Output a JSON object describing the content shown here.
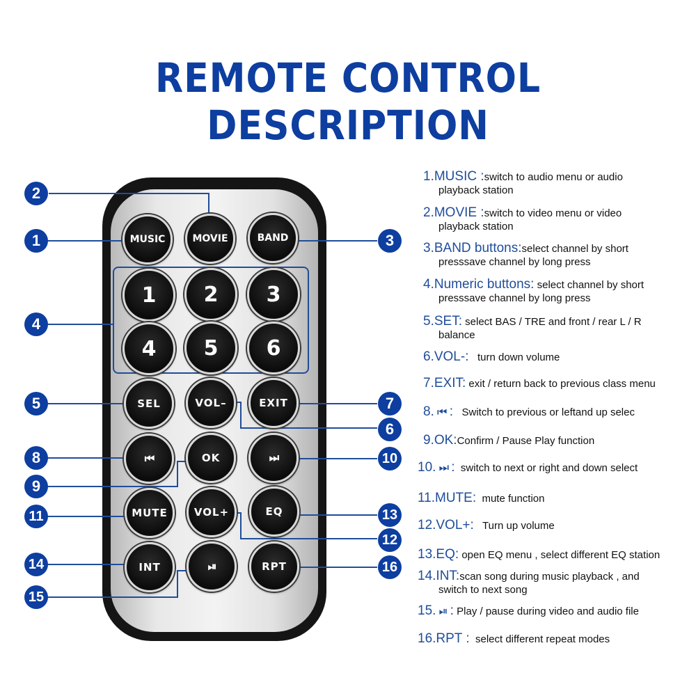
{
  "title": "REMOTE CONTROL DESCRIPTION",
  "colors": {
    "accent": "#0d3ea0",
    "button": "#111111",
    "remote_body": "#151515",
    "panel": "#ececec"
  },
  "buttons": {
    "music": "MUSIC",
    "movie": "MOVIE",
    "band": "BAND",
    "n1": "1",
    "n2": "2",
    "n3": "3",
    "n4": "4",
    "n5": "5",
    "n6": "6",
    "sel": "SEL",
    "vol_down": "VOL–",
    "exit": "EXIT",
    "prev": "⏮",
    "ok": "OK",
    "next": "⏭",
    "mute": "MUTE",
    "vol_up": "VOL+",
    "eq": "EQ",
    "int": "INT",
    "play_pause": "⏯",
    "rpt": "RPT"
  },
  "callouts": [
    "1",
    "2",
    "3",
    "4",
    "5",
    "6",
    "7",
    "8",
    "9",
    "10",
    "11",
    "12",
    "13",
    "14",
    "15",
    "16"
  ],
  "descriptions": [
    {
      "head": "1.MUSIC :",
      "text": "switch to audio menu or audio",
      "text2": "playback station"
    },
    {
      "head": "2.MOVIE :",
      "text": "switch to video menu or video",
      "text2": "playback station"
    },
    {
      "head": "3.BAND buttons:",
      "text": "select channel by short",
      "text2": "presssave channel by long press"
    },
    {
      "head": "4.Numeric buttons:",
      "text": " select channel by short",
      "text2": "presssave channel by long press"
    },
    {
      "head": "5.SET:",
      "text": " select BAS / TRE and front / rear L / R",
      "text2": "balance"
    },
    {
      "head": "6.VOL-:",
      "text": "   turn down volume"
    },
    {
      "head": "7.EXIT:",
      "text": " exit / return back to previous class menu"
    },
    {
      "head": "8.",
      "icon": "⏮",
      "sep": " :",
      "text": "   Switch to previous or leftand up selec"
    },
    {
      "head": "9.OK:",
      "text": "Confirm / Pause Play function"
    },
    {
      "head": "10.",
      "icon": "⏭",
      "sep": " :",
      "text": "  switch to next or right and down select"
    },
    {
      "head": "11.MUTE:",
      "text": "  mute function"
    },
    {
      "head": "12.VOL+:",
      "text": "   Turn up volume"
    },
    {
      "head": "13.EQ:",
      "text": " open EQ menu , select different EQ station"
    },
    {
      "head": "14.INT:",
      "text": "scan song during music playback , and",
      "text2": "switch to next song"
    },
    {
      "head": "15.",
      "icon": "⏯",
      "sep": " :",
      "text": " Play / pause during video and audio file"
    },
    {
      "head": "16.RPT",
      "sep": " :",
      "text": "  select different repeat modes"
    }
  ]
}
